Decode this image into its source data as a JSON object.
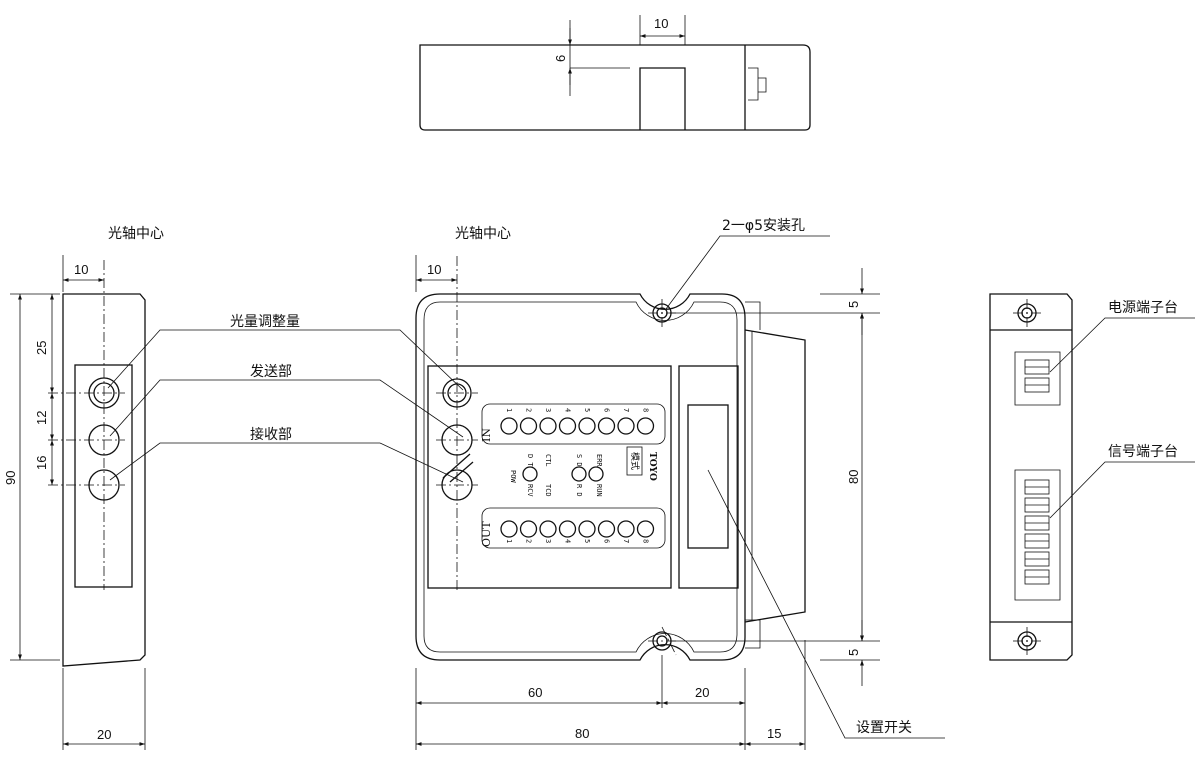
{
  "labels": {
    "optical_axis_left": "光轴中心",
    "optical_axis_front": "光轴中心",
    "light_adjust": "光量调整量",
    "transmitter": "发送部",
    "receiver": "接收部",
    "mount_holes": "2一φ5安装孔",
    "setting_switch": "设置开关",
    "power_terminal": "电源端子台",
    "signal_terminal": "信号端子台"
  },
  "dims": {
    "top_width": "10",
    "top_depth": "6",
    "left_axis": "10",
    "left_h1": "25",
    "left_h2": "12",
    "left_h3": "16",
    "left_total": "90",
    "left_width": "20",
    "front_axis": "10",
    "front_60": "60",
    "front_20": "20",
    "front_80": "80",
    "front_15": "15",
    "right_5_top": "5",
    "right_80": "80",
    "right_5_bottom": "5"
  },
  "panel": {
    "in_label": "IN",
    "out_label": "OUT",
    "channel_numbers": [
      "1",
      "2",
      "3",
      "4",
      "5",
      "6",
      "7",
      "8"
    ],
    "status_top": [
      "POW",
      "D T",
      "CTL",
      "S D",
      "ERR"
    ],
    "status_bottom": [
      "RCV",
      "TCD",
      "R D",
      "RUN"
    ],
    "brand": "TOYO",
    "mode_label": "模式"
  }
}
